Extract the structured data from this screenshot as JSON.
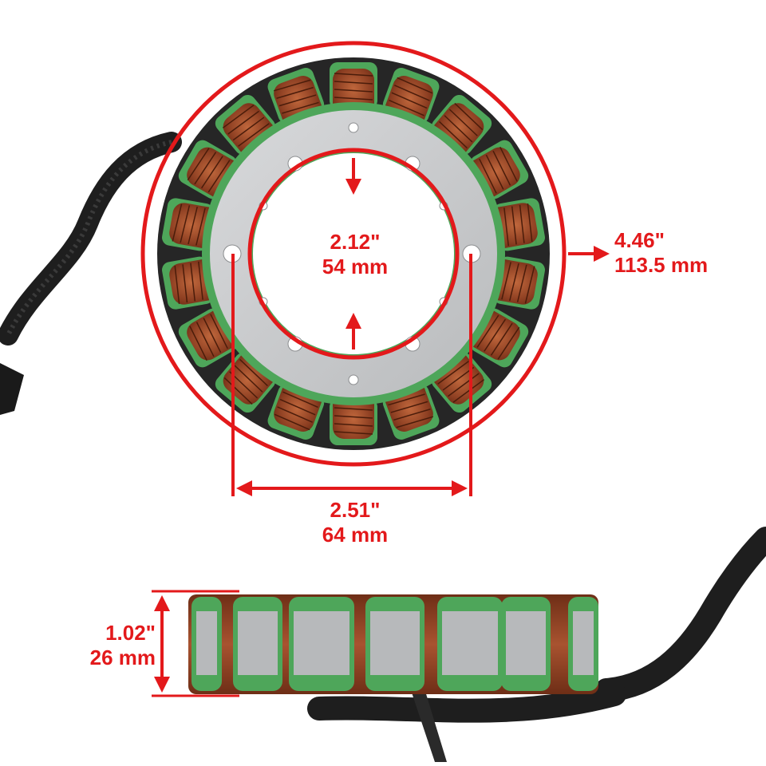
{
  "colors": {
    "dimension": "#e3191b",
    "coil_copper": "#9c4a2a",
    "insulation_green": "#4ea65a",
    "core_steel": "#c9cbcd",
    "cable_black": "#242424"
  },
  "dimensions": {
    "inner_diameter": {
      "imperial": "2.12\"",
      "metric": "54 mm"
    },
    "outer_diameter": {
      "imperial": "4.46\"",
      "metric": "113.5 mm"
    },
    "bolt_spacing": {
      "imperial": "2.51\"",
      "metric": "64 mm"
    },
    "height": {
      "imperial": "1.02\"",
      "metric": "26 mm"
    }
  },
  "product": {
    "coil_count": 18
  }
}
